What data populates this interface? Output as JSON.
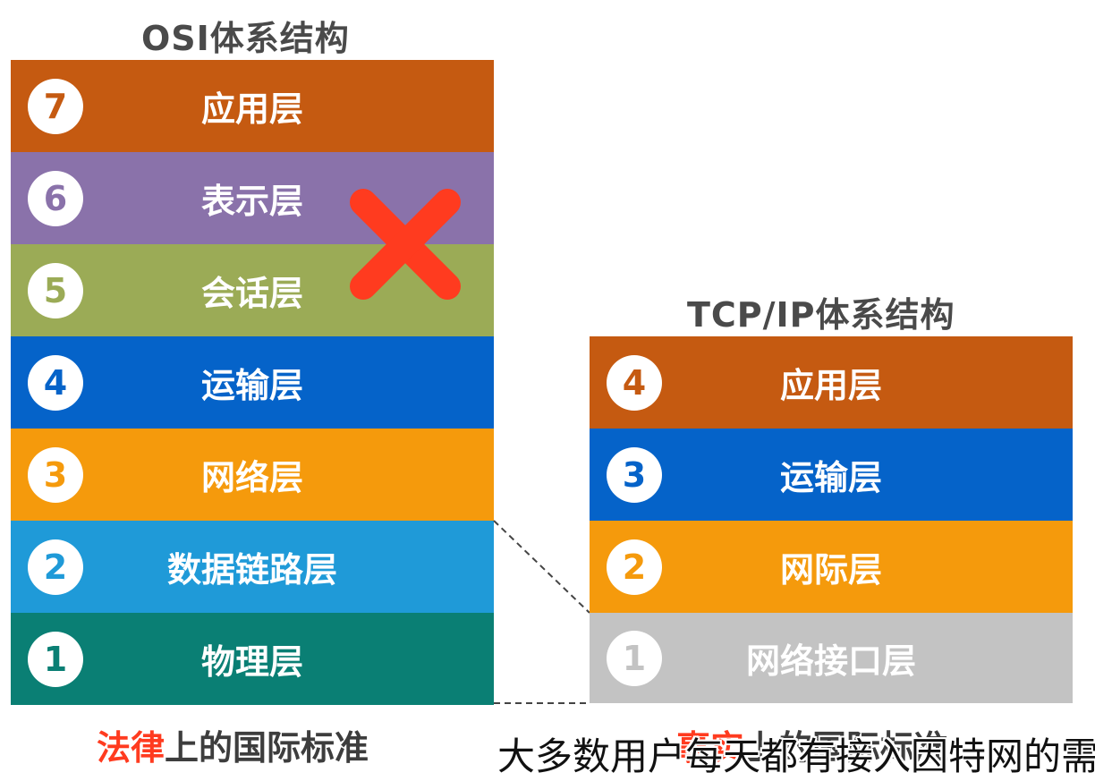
{
  "osi": {
    "title": "OSI体系结构",
    "layers": [
      {
        "num": "7",
        "name": "应用层",
        "color": "#c55a11"
      },
      {
        "num": "6",
        "name": "表示层",
        "color": "#8a72aa"
      },
      {
        "num": "5",
        "name": "会话层",
        "color": "#9bab56"
      },
      {
        "num": "4",
        "name": "运输层",
        "color": "#0563c9"
      },
      {
        "num": "3",
        "name": "网络层",
        "color": "#f59a0c"
      },
      {
        "num": "2",
        "name": "数据链路层",
        "color": "#1f9ad8"
      },
      {
        "num": "1",
        "name": "物理层",
        "color": "#0a7f74"
      }
    ],
    "caption_highlight": "法律",
    "caption_rest": "上的国际标准"
  },
  "tcpip": {
    "title": "TCP/IP体系结构",
    "layers": [
      {
        "num": "4",
        "name": "应用层",
        "color": "#c55a11"
      },
      {
        "num": "3",
        "name": "运输层",
        "color": "#0563c9"
      },
      {
        "num": "2",
        "name": "网际层",
        "color": "#f59a0c"
      },
      {
        "num": "1",
        "name": "网络接口层",
        "color": "#c3c3c3"
      }
    ],
    "caption_highlight": "事实",
    "caption_rest": "上的国际标准"
  },
  "cross_mark": {
    "color": "#ff3b1f"
  },
  "subtitle": "大多数用户每天都有接入因特网的需求"
}
